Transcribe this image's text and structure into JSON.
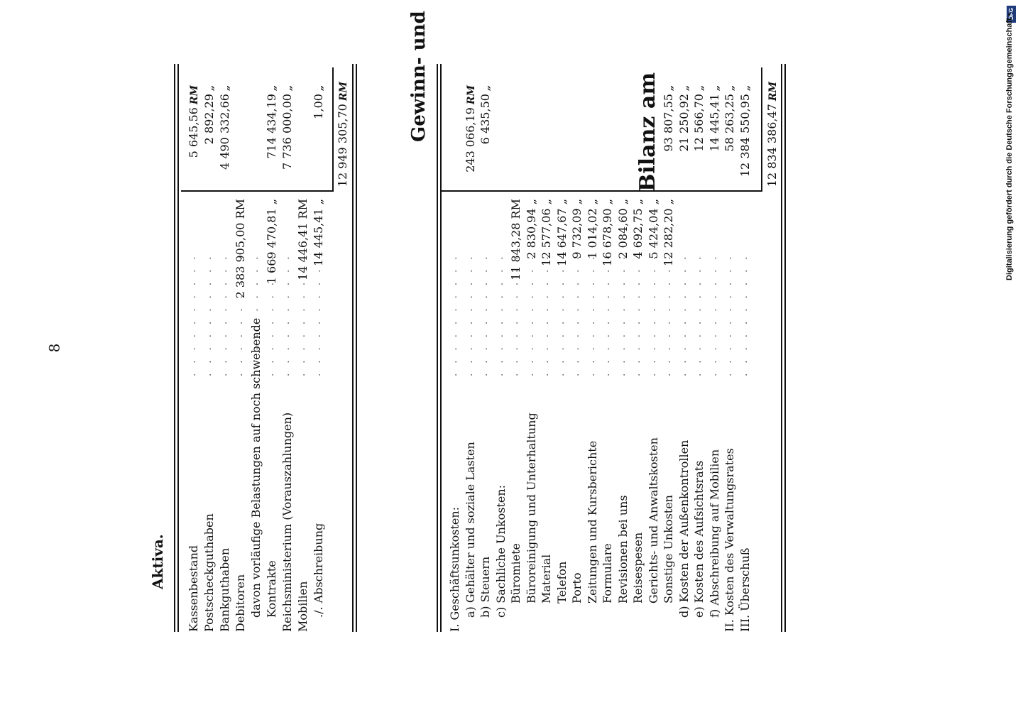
{
  "page_number": "8",
  "balance": {
    "heading": "Bilanz am",
    "side_label": "Aktiva.",
    "rows": [
      {
        "label": "Kassenbestand",
        "sub": "",
        "total": "5 645,56",
        "unit": "RM"
      },
      {
        "label": "Postscheckguthaben",
        "sub": "",
        "total": "2 892,29",
        "unit": "„"
      },
      {
        "label": "Bankguthaben",
        "sub": "",
        "total": "4 490 332,66",
        "unit": "„"
      },
      {
        "label": "Debitoren",
        "sub": "2 383 905,00 RM",
        "total": "",
        "unit": ""
      },
      {
        "label": "davon vorläufige Belastungen auf noch schwebende",
        "sub": "",
        "total": "",
        "unit": ""
      },
      {
        "label": "Kontrakte",
        "sub": "1 669 470,81 „",
        "total": "714 434,19",
        "unit": "„"
      },
      {
        "label": "Reichsministerium (Vorauszahlungen)",
        "sub": "",
        "total": "7 736 000,00",
        "unit": "„"
      },
      {
        "label": "Mobilien",
        "sub": "14 446,41 RM",
        "total": "",
        "unit": ""
      },
      {
        "label": "./. Abschreibung",
        "sub": "14 445,41 „",
        "total": "1,00",
        "unit": "„"
      }
    ],
    "grand_total": "12 949 305,70",
    "grand_unit": "RM"
  },
  "profit_loss": {
    "heading": "Gewinn- und",
    "rows": [
      {
        "label": "I. Geschäftsunkosten:",
        "sub": "",
        "total": "",
        "unit": ""
      },
      {
        "label": "a) Gehälter und soziale Lasten",
        "sub": "",
        "total": "243 066,19",
        "unit": "RM"
      },
      {
        "label": "b) Steuern",
        "sub": "",
        "total": "6 435,50",
        "unit": "„"
      },
      {
        "label": "c) Sachliche Unkosten:",
        "sub": "",
        "total": "",
        "unit": ""
      },
      {
        "label": "Büromiete",
        "sub": "11 843,28 RM",
        "total": "",
        "unit": ""
      },
      {
        "label": "Büroreinigung und Unterhaltung",
        "sub": "2 830,94 „",
        "total": "",
        "unit": ""
      },
      {
        "label": "Material",
        "sub": "12 577,06 „",
        "total": "",
        "unit": ""
      },
      {
        "label": "Telefon",
        "sub": "14 647,67 „",
        "total": "",
        "unit": ""
      },
      {
        "label": "Porto",
        "sub": "9 732,09 „",
        "total": "",
        "unit": ""
      },
      {
        "label": "Zeitungen und Kursberichte",
        "sub": "1 014,02 „",
        "total": "",
        "unit": ""
      },
      {
        "label": "Formulare",
        "sub": "16 678,90 „",
        "total": "",
        "unit": ""
      },
      {
        "label": "Revisionen bei uns",
        "sub": "2 084,60 „",
        "total": "",
        "unit": ""
      },
      {
        "label": "Reisespesen",
        "sub": "4 692,75 „",
        "total": "",
        "unit": ""
      },
      {
        "label": "Gerichts- und Anwaltskosten",
        "sub": "5 424,04 „",
        "total": "",
        "unit": ""
      },
      {
        "label": "Sonstige Unkosten",
        "sub": "12 282,20 „",
        "total": "93 807,55",
        "unit": "„"
      },
      {
        "label": "d) Kosten der Außenkontrollen",
        "sub": "",
        "total": "21 250,92",
        "unit": "„"
      },
      {
        "label": "e) Kosten des Aufsichtsrats",
        "sub": "",
        "total": "12 566,70",
        "unit": "„"
      },
      {
        "label": "f) Abschreibung auf Mobilien",
        "sub": "",
        "total": "14 445,41",
        "unit": "„"
      },
      {
        "label": "II. Kosten des Verwaltungsrates",
        "sub": "",
        "total": "58 263,25",
        "unit": "„"
      },
      {
        "label": "III. Überschuß",
        "sub": "",
        "total": "12 384 550,95",
        "unit": "„"
      }
    ],
    "grand_total": "12 834 386,47",
    "grand_unit": "RM"
  },
  "sidebar_note": "Digitalisierung gefördert durch die Deutsche Forschungsgemeinschaft •",
  "sidebar_logo": "DFG"
}
